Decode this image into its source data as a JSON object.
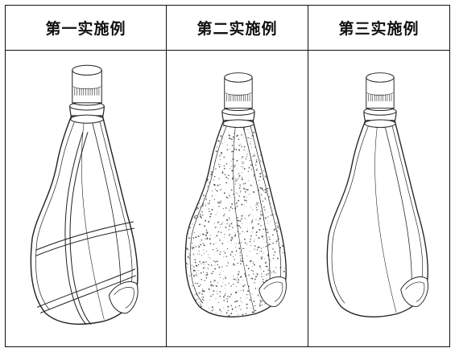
{
  "headers": [
    "第一实施例",
    "第二实施例",
    "第三实施例"
  ],
  "figures": [
    {
      "id": "first",
      "fill": "stripes"
    },
    {
      "id": "second",
      "fill": "dots"
    },
    {
      "id": "third",
      "fill": "plain"
    }
  ],
  "colors": {
    "line": "#222222",
    "dot": "#555555",
    "background": "#ffffff"
  }
}
